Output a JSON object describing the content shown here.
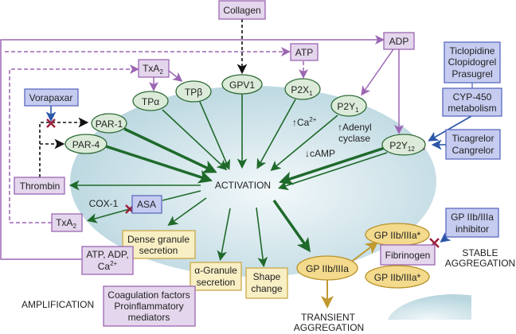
{
  "nodes": {
    "collagen": "Collagen",
    "adp": "ADP",
    "atp": "ATP",
    "txa2_top": {
      "main": "TxA",
      "sub": "2"
    },
    "tp_alpha": "TPα",
    "tp_beta": "TPβ",
    "gpv1": "GPV1",
    "p2x1": {
      "main": "P2X",
      "sub": "1"
    },
    "p2y1": {
      "main": "P2Y",
      "sub": "1"
    },
    "p2y12": {
      "main": "P2Y",
      "sub": "12"
    },
    "vorapaxar": "Vorapaxar",
    "par1": "PAR-1",
    "par4": "PAR-4",
    "thrombin": "Thrombin",
    "activation": "ACTIVATION",
    "cox1": "COX-1",
    "asa": "ASA",
    "txa2_bottom": {
      "main": "TxA",
      "sub": "2"
    },
    "dense_granule": [
      "Dense granule",
      "secretion"
    ],
    "atp_adp_ca": {
      "line1": "ATP, ADP,",
      "line2": "Ca",
      "sup": "2+"
    },
    "alpha_granule": [
      "α-Granule",
      "secretion"
    ],
    "shape_change": [
      "Shape",
      "change"
    ],
    "coagulation": [
      "Coagulation factors",
      "Proinflammatory",
      "mediators"
    ],
    "amplification": "AMPLIFICATION",
    "gp_iib_iiia": "GP IIb/IIIa",
    "gp_active_top": "GP IIb/IIIa*",
    "fibrinogen": "Fibrinogen",
    "gp_active_bottom": "GP IIb/IIIa*",
    "gp_inhibitor": [
      "GP IIb/IIIa",
      "inhibitor"
    ],
    "transient": [
      "TRANSIENT",
      "AGGREGATION"
    ],
    "stable": [
      "STABLE",
      "AGGREGATION"
    ],
    "thienopyridines": [
      "Ticlopidine",
      "Clopidogrel",
      "Prasugrel"
    ],
    "cyp450": [
      "CYP-450",
      "metabolism"
    ],
    "ticagrelor": [
      "Ticagrelor",
      "Cangrelor"
    ],
    "ca_up": {
      "main": "↑Ca",
      "sup": "2+"
    },
    "adenyl": [
      "↑Adenyl",
      "cyclase"
    ],
    "camp": "↓cAMP"
  },
  "colors": {
    "platelet": "#cfe3ea",
    "agonist_box": "#e4d6ec",
    "drug_box": "#c6ccf0",
    "receptor": "#dcebd9",
    "secretion_box": "#f8efc4",
    "gp_receptor": "#f3da8c",
    "activation_arrow": "#1f6a2b",
    "inhibition_mark": "#9c1e3c"
  }
}
